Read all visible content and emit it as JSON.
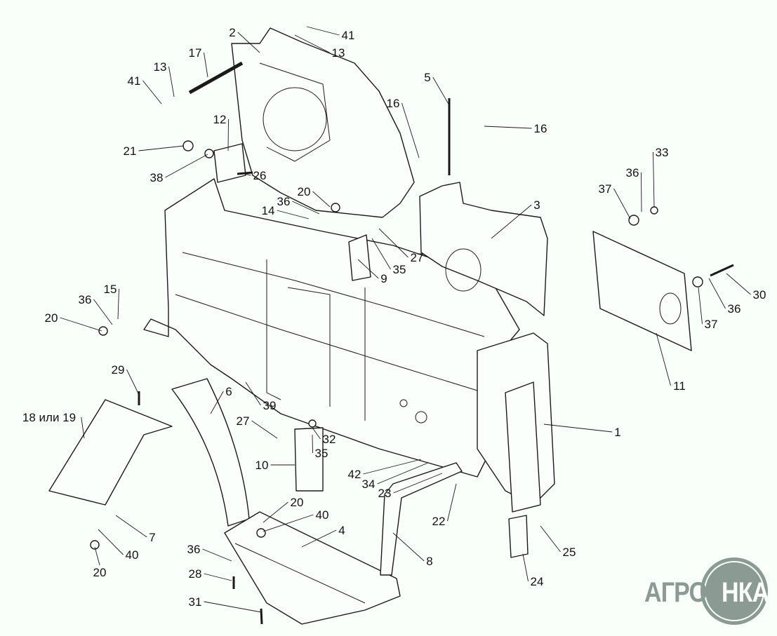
{
  "callouts": [
    "2",
    "41",
    "13",
    "17",
    "13",
    "41",
    "5",
    "16",
    "16",
    "12",
    "21",
    "38",
    "26",
    "20",
    "36",
    "14",
    "33",
    "36",
    "37",
    "3",
    "27",
    "35",
    "9",
    "30",
    "36",
    "37",
    "15",
    "36",
    "20",
    "11",
    "1",
    "29",
    "6",
    "18 или 19",
    "39",
    "27",
    "32",
    "35",
    "10",
    "42",
    "34",
    "23",
    "22",
    "20",
    "40",
    "4",
    "7",
    "40",
    "20",
    "36",
    "8",
    "25",
    "24",
    "28",
    "31"
  ],
  "logo": {
    "text_left": "АГРО",
    "text_right": "НКА"
  },
  "colors": {
    "line": "#1a1a1a",
    "background": "#f9fff9",
    "logo": "#8b9a92"
  }
}
